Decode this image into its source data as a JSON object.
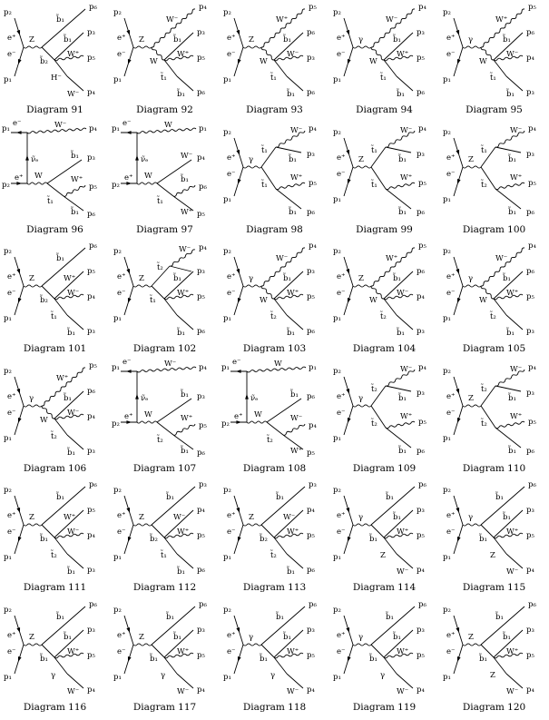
{
  "diagrams": [
    {
      "caption": "Diagram 91",
      "type": "sch",
      "boson": "Z",
      "top": [
        [
          "b̃₁",
          "p₆"
        ]
      ],
      "mid": "b̃₂",
      "inner": "H⁻",
      "outs": [
        [
          "b̃₁",
          "p₃"
        ],
        [
          "W⁺",
          "p₅"
        ],
        [
          "W⁻",
          "p₄"
        ]
      ]
    },
    {
      "caption": "Diagram 92",
      "type": "sch",
      "boson": "Z",
      "top": [
        [
          "W⁻",
          "p₄"
        ]
      ],
      "mid": "W",
      "inner": "t̃₁",
      "outs": [
        [
          "b̃₁",
          "p₃"
        ],
        [
          "W⁺",
          "p₅"
        ],
        [
          "b̃₁",
          "p₆"
        ]
      ]
    },
    {
      "caption": "Diagram 93",
      "type": "sch",
      "boson": "Z",
      "top": [
        [
          "W⁺",
          "p₅"
        ]
      ],
      "mid": "W",
      "inner": "t̃₁",
      "outs": [
        [
          "b̃₁",
          "p₆"
        ],
        [
          "W⁻",
          "p₃"
        ],
        [
          "b̃₁",
          "p₆"
        ]
      ]
    },
    {
      "caption": "Diagram 94",
      "type": "sch",
      "boson": "γ",
      "top": [
        [
          "W⁻",
          "p₄"
        ]
      ],
      "mid": "W",
      "inner": "t̃₁",
      "outs": [
        [
          "b̃₁",
          "p₃"
        ],
        [
          "W⁺",
          "p₅"
        ],
        [
          "b̃₁",
          "p₆"
        ]
      ]
    },
    {
      "caption": "Diagram 95",
      "type": "sch",
      "boson": "γ",
      "top": [
        [
          "W⁺",
          "p₅"
        ]
      ],
      "mid": "W",
      "inner": "t̃₁",
      "outs": [
        [
          "b̃₁",
          "p₆"
        ],
        [
          "W⁻",
          "p₄"
        ],
        [
          "b̃₁",
          "p₃"
        ]
      ]
    },
    {
      "caption": "Diagram 96",
      "type": "tch",
      "boson": "ν̃ₑ",
      "top": [
        [
          "e⁻",
          "W⁻",
          "p₄"
        ]
      ],
      "mid": "W",
      "inner": "t̃₁",
      "outs": [
        [
          "b̃₁",
          "p₃"
        ],
        [
          "W⁺",
          "p₅"
        ],
        [
          "b̃₁",
          "p₆"
        ]
      ]
    },
    {
      "caption": "Diagram 97",
      "type": "tch",
      "boson": "ν̃ₑ",
      "top": [
        [
          "e⁻",
          "W",
          "p₁"
        ]
      ],
      "mid": "W",
      "inner": "t̃₁",
      "outs": [
        [
          "W⁻",
          "p₄"
        ],
        [
          "b̃₁",
          "p₆"
        ],
        [
          "W⁺",
          "p₅"
        ]
      ]
    },
    {
      "caption": "Diagram 98",
      "type": "sym",
      "boson": "γ",
      "top": [
        [
          "t̃₁",
          "W⁻",
          "p₄"
        ]
      ],
      "mid": "t̃₁",
      "inner": "",
      "outs": [
        [
          "b̃₁",
          "p₃"
        ],
        [
          "W⁺",
          "p₅"
        ],
        [
          "b̃₁",
          "p₆"
        ]
      ]
    },
    {
      "caption": "Diagram 99",
      "type": "sym",
      "boson": "Z",
      "top": [
        [
          "t̃₁",
          "W⁻",
          "p₄"
        ]
      ],
      "mid": "t̃₁",
      "inner": "",
      "outs": [
        [
          "b̃₁",
          "p₃"
        ],
        [
          "W⁺",
          "p₅"
        ],
        [
          "b̃₁",
          "p₆"
        ]
      ]
    },
    {
      "caption": "Diagram 100",
      "type": "sym",
      "boson": "Z",
      "top": [
        [
          "t̃₁",
          "W⁻",
          "p₄"
        ]
      ],
      "mid": "t̃₂",
      "inner": "",
      "outs": [
        [
          "b̃₁",
          "p₃"
        ],
        [
          "W⁺",
          "p₅"
        ],
        [
          "b̃₁",
          "p₆"
        ]
      ]
    },
    {
      "caption": "Diagram 101",
      "type": "sch",
      "boson": "Z",
      "top": [
        [
          "b̃₁",
          "p₆"
        ]
      ],
      "mid": "b̃₂",
      "inner": "t̃₁",
      "outs": [
        [
          "W⁺",
          "p₅"
        ],
        [
          "W⁻",
          "p₄"
        ],
        [
          "b̃₁",
          "p₃"
        ]
      ]
    },
    {
      "caption": "Diagram 102",
      "type": "sch",
      "boson": "Z",
      "top": [
        [
          "t̃₂",
          "W⁻",
          "p₄"
        ]
      ],
      "mid": "t̃₁",
      "inner": "",
      "outs": [
        [
          "b̃₁",
          "p₃"
        ],
        [
          "W⁺",
          "p₅"
        ],
        [
          "b̃₁",
          "p₆"
        ]
      ]
    },
    {
      "caption": "Diagram 103",
      "type": "sch",
      "boson": "γ",
      "top": [
        [
          "W⁻",
          "p₄"
        ]
      ],
      "mid": "W",
      "inner": "t̃₂",
      "outs": [
        [
          "b̃₁",
          "p₃"
        ],
        [
          "W⁺",
          "p₅"
        ],
        [
          "b̃₁",
          "p₆"
        ]
      ]
    },
    {
      "caption": "Diagram 104",
      "type": "sch",
      "boson": "Z",
      "top": [
        [
          "W⁺",
          "p₅"
        ]
      ],
      "mid": "W",
      "inner": "t̃₂",
      "outs": [
        [
          "b̃₁",
          "p₆"
        ],
        [
          "W⁻",
          "p₄"
        ],
        [
          "b̃₁",
          "p₃"
        ]
      ]
    },
    {
      "caption": "Diagram 105",
      "type": "sch",
      "boson": "γ",
      "top": [
        [
          "W⁻",
          "p₄"
        ]
      ],
      "mid": "W",
      "inner": "t̃₂",
      "outs": [
        [
          "b̃₁",
          "p₆"
        ],
        [
          "W⁺",
          "p₅"
        ],
        [
          "b̃₁",
          "p₃"
        ]
      ]
    },
    {
      "caption": "Diagram 106",
      "type": "sch",
      "boson": "γ",
      "top": [
        [
          "W⁺",
          "p₅"
        ]
      ],
      "mid": "W",
      "inner": "t̃₂",
      "outs": [
        [
          "b̃₁",
          "p₆"
        ],
        [
          "W⁻",
          "p₄"
        ],
        [
          "b̃₁",
          "p₃"
        ]
      ]
    },
    {
      "caption": "Diagram 107",
      "type": "tch",
      "boson": "ν̃ₑ",
      "top": [
        [
          "e⁻",
          "W⁻",
          "p₄"
        ]
      ],
      "mid": "W",
      "inner": "t̃₂",
      "outs": [
        [
          "b̃₁",
          "p₃"
        ],
        [
          "W⁺",
          "p₅"
        ],
        [
          "b̃₁",
          "p₆"
        ]
      ]
    },
    {
      "caption": "Diagram 108",
      "type": "tch",
      "boson": "ν̃ₑ",
      "top": [
        [
          "e⁻",
          "W",
          "p₁"
        ]
      ],
      "mid": "W",
      "inner": "t̃₂",
      "outs": [
        [
          "b̃₁",
          "p₆"
        ],
        [
          "W⁻",
          "p₄"
        ],
        [
          "W⁺",
          "p₅"
        ]
      ]
    },
    {
      "caption": "Diagram 109",
      "type": "sym",
      "boson": "γ",
      "top": [
        [
          "t̃₂",
          "W⁻",
          "p₄"
        ]
      ],
      "mid": "t̃₂",
      "inner": "",
      "outs": [
        [
          "b̃₁",
          "p₃"
        ],
        [
          "W⁺",
          "p₅"
        ],
        [
          "b̃₁",
          "p₆"
        ]
      ]
    },
    {
      "caption": "Diagram 110",
      "type": "sym",
      "boson": "Z",
      "top": [
        [
          "t̃₂",
          "W⁻",
          "p₄"
        ]
      ],
      "mid": "t̃₂",
      "inner": "",
      "outs": [
        [
          "b̃₁",
          "p₃"
        ],
        [
          "W⁺",
          "p₅"
        ],
        [
          "b̃₁",
          "p₆"
        ]
      ]
    },
    {
      "caption": "Diagram 111",
      "type": "sch",
      "boson": "Z",
      "top": [
        [
          "b̃₁",
          "p₆"
        ]
      ],
      "mid": "b̃₁",
      "inner": "t̃₂",
      "outs": [
        [
          "W⁺",
          "p₅"
        ],
        [
          "W⁻",
          "p₄"
        ],
        [
          "b̃₁",
          "p₃"
        ]
      ]
    },
    {
      "caption": "Diagram 112",
      "type": "sch",
      "boson": "Z",
      "top": [
        [
          "b̃₁",
          "p₃"
        ]
      ],
      "mid": "b̃₂",
      "inner": "t̃₁",
      "outs": [
        [
          "W⁻",
          "p₄"
        ],
        [
          "W⁺",
          "p₅"
        ],
        [
          "b̃₁",
          "p₆"
        ]
      ]
    },
    {
      "caption": "Diagram 113",
      "type": "sch",
      "boson": "Z",
      "top": [
        [
          "b̃₁",
          "p₃"
        ]
      ],
      "mid": "b̃₂",
      "inner": "t̃₂",
      "outs": [
        [
          "W⁻",
          "p₄"
        ],
        [
          "W⁺",
          "p₅"
        ],
        [
          "b̃₁",
          "p₆"
        ]
      ]
    },
    {
      "caption": "Diagram 114",
      "type": "sch",
      "boson": "γ",
      "top": [
        [
          "b̃₁",
          "p₆"
        ]
      ],
      "mid": "b̃₁",
      "inner": "Z",
      "outs": [
        [
          "b̃₁",
          "p₃"
        ],
        [
          "W⁺",
          "p₅"
        ],
        [
          "W⁻",
          "p₄"
        ]
      ]
    },
    {
      "caption": "Diagram 115",
      "type": "sch",
      "boson": "γ",
      "top": [
        [
          "b̃₁",
          "p₆"
        ]
      ],
      "mid": "b̃₁",
      "inner": "Z",
      "outs": [
        [
          "b̃₁",
          "p₃"
        ],
        [
          "W⁺",
          "p₅"
        ],
        [
          "W⁻",
          "p₄"
        ]
      ]
    },
    {
      "caption": "Diagram 116",
      "type": "sch",
      "boson": "Z",
      "top": [
        [
          "b̃₁",
          "p₆"
        ]
      ],
      "mid": "b̃₁",
      "inner": "γ",
      "outs": [
        [
          "b̃₁",
          "p₃"
        ],
        [
          "W⁺",
          "p₅"
        ],
        [
          "W⁻",
          "p₄"
        ]
      ]
    },
    {
      "caption": "Diagram 117",
      "type": "sch",
      "boson": "Z",
      "top": [
        [
          "b̃₁",
          "p₆"
        ]
      ],
      "mid": "b̃₁",
      "inner": "γ",
      "outs": [
        [
          "b̃₁",
          "p₃"
        ],
        [
          "W⁺",
          "p₅"
        ],
        [
          "W⁻",
          "p₄"
        ]
      ]
    },
    {
      "caption": "Diagram 118",
      "type": "sch",
      "boson": "γ",
      "top": [
        [
          "b̃₁",
          "p₆"
        ]
      ],
      "mid": "b̃₁",
      "inner": "γ",
      "outs": [
        [
          "b̃₁",
          "p₃"
        ],
        [
          "W⁺",
          "p₅"
        ],
        [
          "W⁻",
          "p₄"
        ]
      ]
    },
    {
      "caption": "Diagram 119",
      "type": "sch",
      "boson": "γ",
      "top": [
        [
          "b̃₁",
          "p₆"
        ]
      ],
      "mid": "b̃₁",
      "inner": "γ",
      "outs": [
        [
          "b̃₁",
          "p₃"
        ],
        [
          "W⁺",
          "p₅"
        ],
        [
          "W⁻",
          "p₄"
        ]
      ]
    },
    {
      "caption": "Diagram 120",
      "type": "sch",
      "boson": "Z",
      "top": [
        [
          "b̃₁",
          "p₆"
        ]
      ],
      "mid": "b̃₁",
      "inner": "Z",
      "outs": [
        [
          "b̃₁",
          "p₃"
        ],
        [
          "W⁺",
          "p₅"
        ],
        [
          "W⁻",
          "p₄"
        ]
      ]
    }
  ],
  "common": {
    "p2": "p₂",
    "p1": "p₁",
    "e_plus": "e⁺",
    "e_minus": "e⁻"
  }
}
